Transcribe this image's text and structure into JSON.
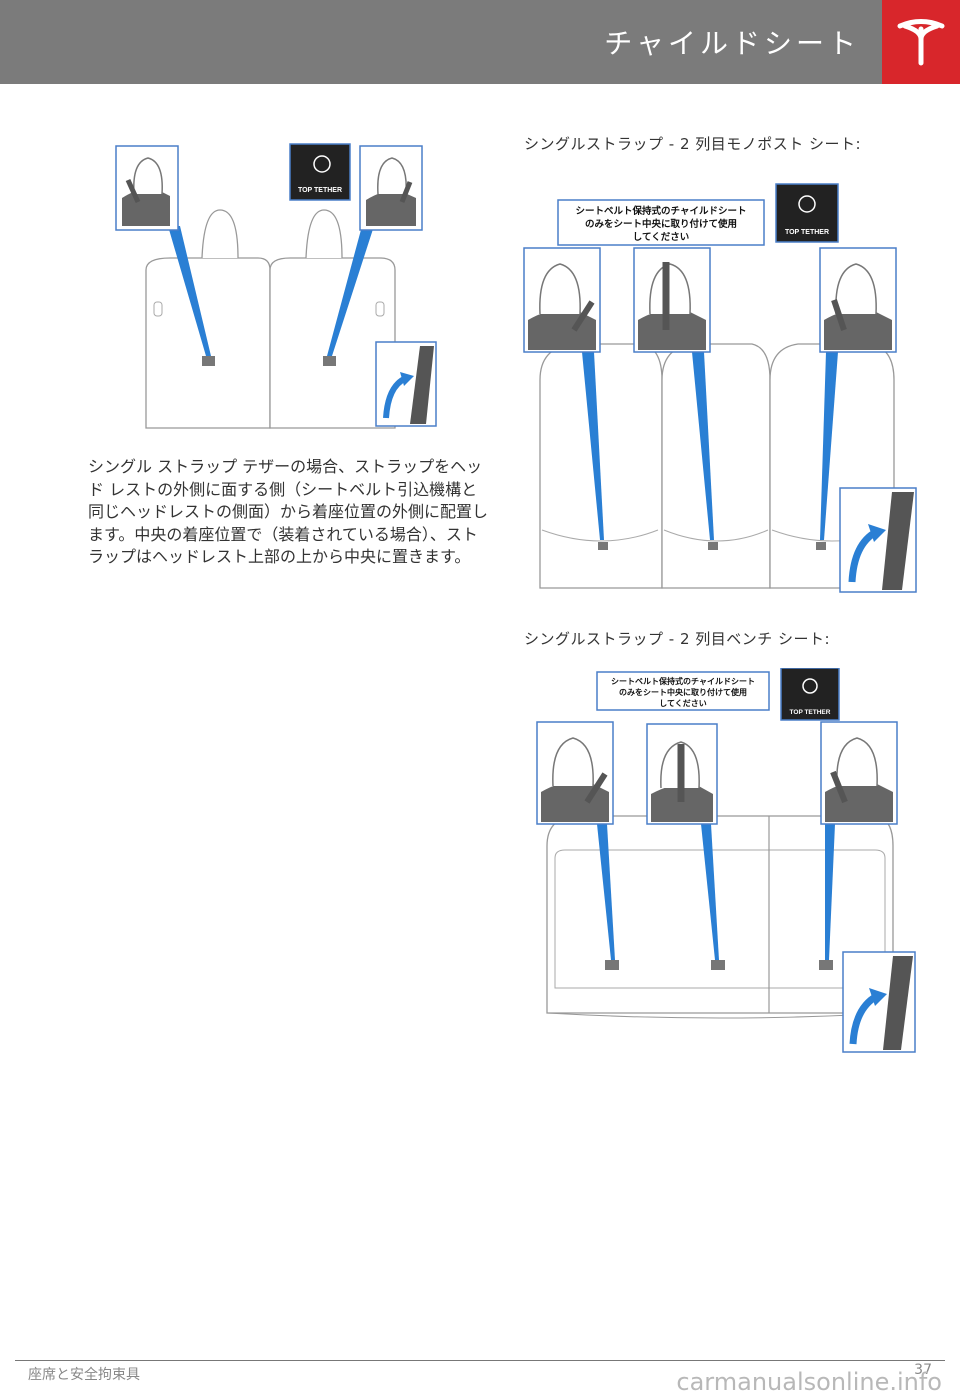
{
  "header": {
    "title": "チャイルドシート"
  },
  "figure1": {
    "badge": "TOP TETHER"
  },
  "body_text": "シングル ストラップ テザーの場合、ストラップをヘッド レストの外側に面する側（シートベルト引込機構と同じヘッドレストの側面）から着座位置の外側に配置します。中央の着座位置で（装着されている場合）、ストラップはヘッドレスト上部の上から中央に置きます。",
  "figure2": {
    "caption": "シングルストラップ - 2 列目モノポスト シート:",
    "notice_line1": "シートベルト保持式のチャイルドシート",
    "notice_line2": "のみをシート中央に取り付けて使用",
    "notice_line3": "してください",
    "badge": "TOP TETHER"
  },
  "figure3": {
    "caption": "シングルストラップ - 2 列目ベンチ シート:",
    "notice_line1": "シートベルト保持式のチャイルドシート",
    "notice_line2": "のみをシート中央に取り付けて使用",
    "notice_line3": "してください",
    "badge": "TOP TETHER"
  },
  "footer": {
    "section": "座席と安全拘束具",
    "page": "37",
    "watermark": "carmanualsonline.info"
  },
  "colors": {
    "header_bg": "#7b7b7b",
    "logo_bg": "#d8262b",
    "callout_border": "#2f6fc0",
    "tether_blue": "#1f6fc4"
  }
}
